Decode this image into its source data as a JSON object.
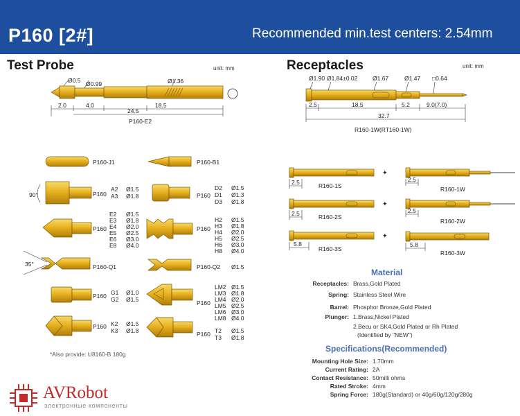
{
  "header": {
    "title": "P160  [2#]",
    "centers": "Recommended min.test centers: 2.54mm"
  },
  "test_probe": {
    "title": "Test Probe",
    "unit": "unit: mm",
    "main": {
      "name": "P160-E2",
      "diameters": [
        "Ø0.5",
        "Ø0.99",
        "Ø1.36"
      ],
      "lengths": [
        "2.0",
        "4.0",
        "18.5",
        "24.5"
      ]
    },
    "tips": [
      {
        "name": "P160-J1",
        "rows": []
      },
      {
        "name": "P160-B1",
        "rows": []
      },
      {
        "name": "P160",
        "angle": "90°",
        "rows": [
          [
            "A2",
            "Ø1.5"
          ],
          [
            "A3",
            "Ø1.8"
          ]
        ]
      },
      {
        "name": "P160",
        "rows": [
          [
            "D2",
            "Ø1.5"
          ],
          [
            "D1",
            "Ø1.3"
          ],
          [
            "D3",
            "Ø1.8"
          ]
        ]
      },
      {
        "name": "P160",
        "rows": [
          [
            "E2",
            "Ø1.5"
          ],
          [
            "E3",
            "Ø1.8"
          ],
          [
            "E4",
            "Ø2.0"
          ],
          [
            "E5",
            "Ø2.5"
          ],
          [
            "E6",
            "Ø3.0"
          ],
          [
            "E8",
            "Ø4.0"
          ]
        ]
      },
      {
        "name": "P160",
        "rows": [
          [
            "H2",
            "Ø1.5"
          ],
          [
            "H3",
            "Ø1.8"
          ],
          [
            "H4",
            "Ø2.0"
          ],
          [
            "H5",
            "Ø2.5"
          ],
          [
            "H6",
            "Ø3.0"
          ],
          [
            "H8",
            "Ø4.0"
          ]
        ]
      },
      {
        "name": "P160-Q1",
        "angle": "35°",
        "rows": []
      },
      {
        "name": "P160-Q2",
        "rows": [
          [
            "",
            "Ø1.5"
          ]
        ]
      },
      {
        "name": "P160",
        "rows": [
          [
            "G1",
            "Ø1.0"
          ],
          [
            "G2",
            "Ø1.5"
          ]
        ]
      },
      {
        "name": "P160",
        "rows": [
          [
            "LM2",
            "Ø1.5"
          ],
          [
            "LM3",
            "Ø1.8"
          ],
          [
            "LM4",
            "Ø2.0"
          ],
          [
            "LM5",
            "Ø2.5"
          ],
          [
            "LM6",
            "Ø3.0"
          ],
          [
            "LM8",
            "Ø4.0"
          ]
        ]
      },
      {
        "name": "P160",
        "rows": [
          [
            "K2",
            "Ø1.5"
          ],
          [
            "K3",
            "Ø1.8"
          ]
        ]
      },
      {
        "name": "P160",
        "rows": [
          [
            "T2",
            "Ø1.5"
          ],
          [
            "T3",
            "Ø1.8"
          ]
        ]
      }
    ],
    "note": "*Also provide: U8160-B 180g"
  },
  "receptacles": {
    "title": "Receptacles",
    "unit": "unit: mm",
    "main": {
      "name": "R160-1W(RT160-1W)",
      "diameters": [
        "Ø1.90",
        "Ø1.84±0.02",
        "Ø1.67",
        "Ø1.47",
        "□0.64"
      ],
      "lengths": [
        "2.5",
        "18.5",
        "5.2",
        "9.0(7.0)",
        "32.7"
      ]
    },
    "variants": [
      {
        "s_name": "R160-1S",
        "s_dim": "2.5",
        "w_name": "R160-1W",
        "w_dim": "2.5"
      },
      {
        "s_name": "R160-2S",
        "s_dim": "2.5",
        "w_name": "R160-2W",
        "w_dim": "2.5"
      },
      {
        "s_name": "R160-3S",
        "s_dim": "5.8",
        "w_name": "R160-3W",
        "w_dim": "5.8"
      }
    ]
  },
  "material": {
    "title": "Material",
    "rows": [
      {
        "label": "Receptacles:",
        "value": "Brass,Gold Plated"
      },
      {
        "label": "Spring:",
        "value": "Stainless Steel Wire"
      },
      {
        "label": "Barrel:",
        "value": "Phosphor Bronze,Gold Plated"
      },
      {
        "label": "Plunger:",
        "value": "1.Brass,Nickel Plated"
      },
      {
        "label": "",
        "value": "2.Becu or SK4,Gold Plated or Rh Plated"
      },
      {
        "label": "",
        "value": "(Identified by \"NEW\")"
      }
    ]
  },
  "specs": {
    "title": "Specifications(Recommended)",
    "rows": [
      {
        "label": "Mounting Hole Size:",
        "value": "1.70mm"
      },
      {
        "label": "Current Rating:",
        "value": "2A"
      },
      {
        "label": "Contact Resistance:",
        "value": "50milli ohms"
      },
      {
        "label": "Rated Stroke:",
        "value": "4mm"
      },
      {
        "label": "Spring Force:",
        "value": "180g(Standard) or 40g/60g/120g/280g"
      }
    ]
  },
  "logo": {
    "name": "AVRobot",
    "subtitle": "электронные компоненты"
  },
  "colors": {
    "header_bg": "#1d4f9e",
    "gold": "#e8b21f",
    "gold_dark": "#a87a0a",
    "accent_blue": "#4a6fb0",
    "logo_red": "#c22a2a"
  }
}
